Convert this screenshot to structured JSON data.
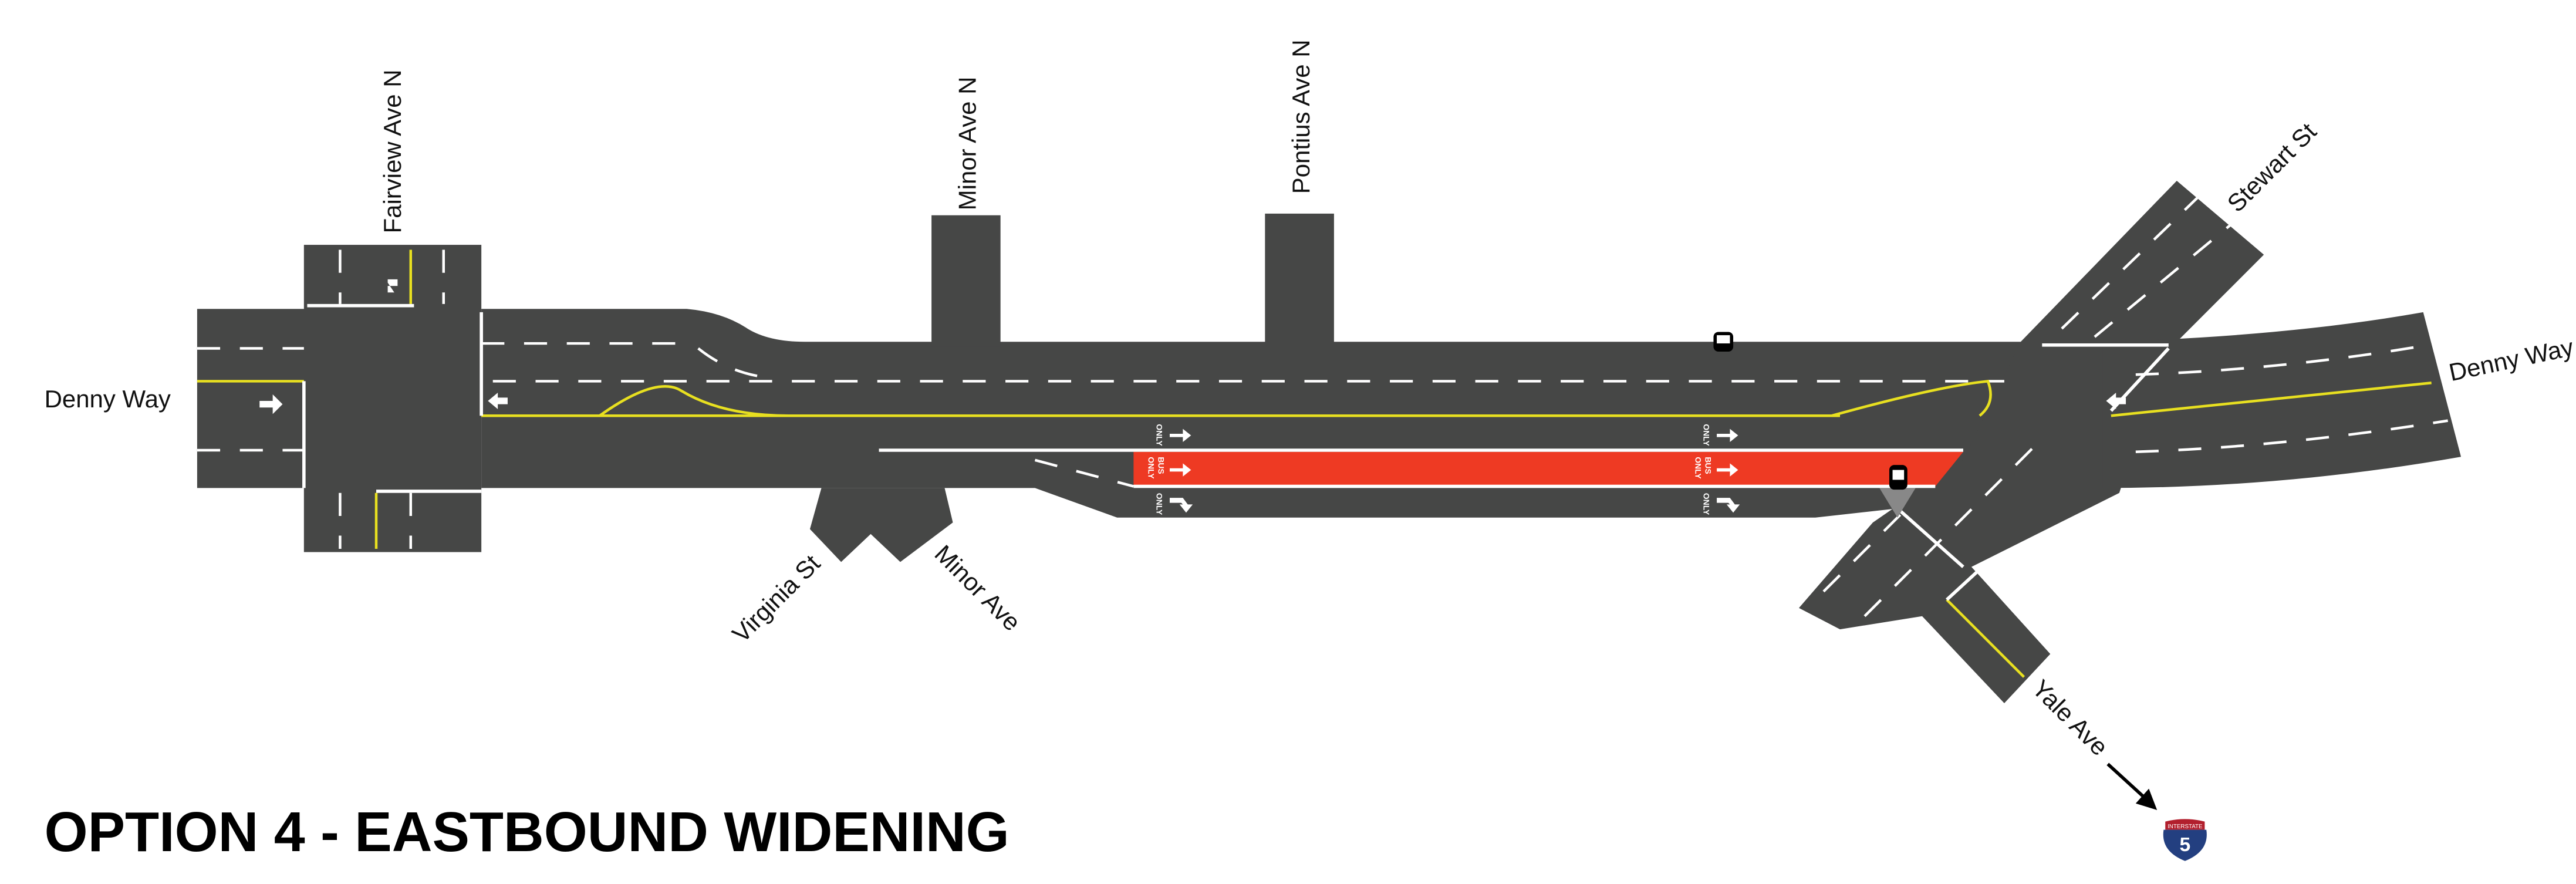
{
  "title": "OPTION 4 - EASTBOUND WIDENING",
  "streets": {
    "denny_west": "Denny Way",
    "denny_east": "Denny Way",
    "fairview": "Fairview Ave N",
    "minor_n": "Minor Ave N",
    "pontius": "Pontius Ave N",
    "stewart": "Stewart St",
    "virginia": "Virginia St",
    "minor": "Minor Ave",
    "yale": "Yale Ave"
  },
  "markings": {
    "only": "ONLY",
    "bus": "BUS",
    "bus_only_lane_color": "#ee3a23"
  },
  "shield": {
    "top": "INTERSTATE",
    "number": "5"
  },
  "colors": {
    "road": "#464746",
    "center_line": "#e8e020",
    "bus_lane": "#ee3a23",
    "shield_red": "#b21f2d",
    "shield_blue": "#233f80"
  }
}
